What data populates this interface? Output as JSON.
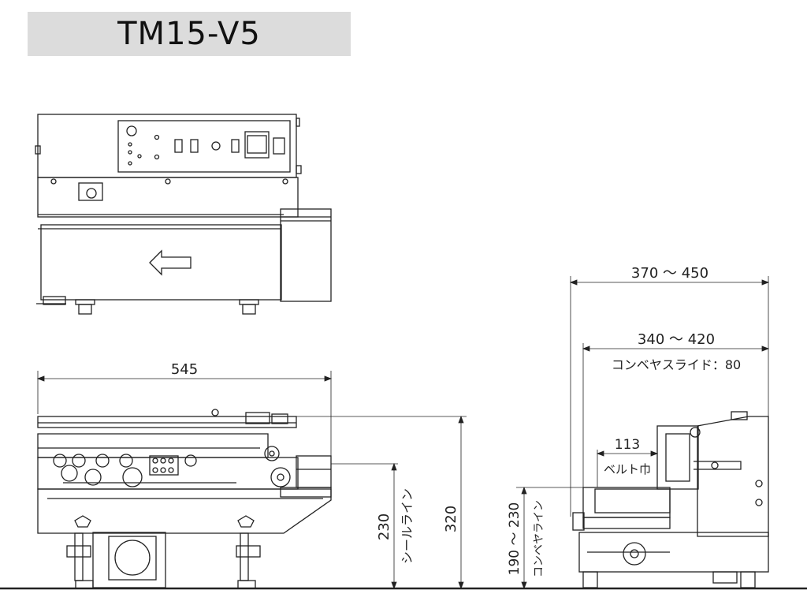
{
  "title": "TM15-V5",
  "dimensions": {
    "width_total": "545",
    "height_total": "320",
    "seal_height": "230",
    "seal_line": "シールライン",
    "depth_total": "370 ～ 450",
    "depth_conveyor": "340 ～ 420",
    "conveyor_slide": "コンベヤスライド：80",
    "belt_width_value": "113",
    "belt_width_label": "ベルト巾",
    "conveyor_height": "190 ～ 230",
    "conveyor_line": "コンベヤライン"
  },
  "colors": {
    "line": "#222222",
    "title_bg": "#dcdcdc"
  }
}
